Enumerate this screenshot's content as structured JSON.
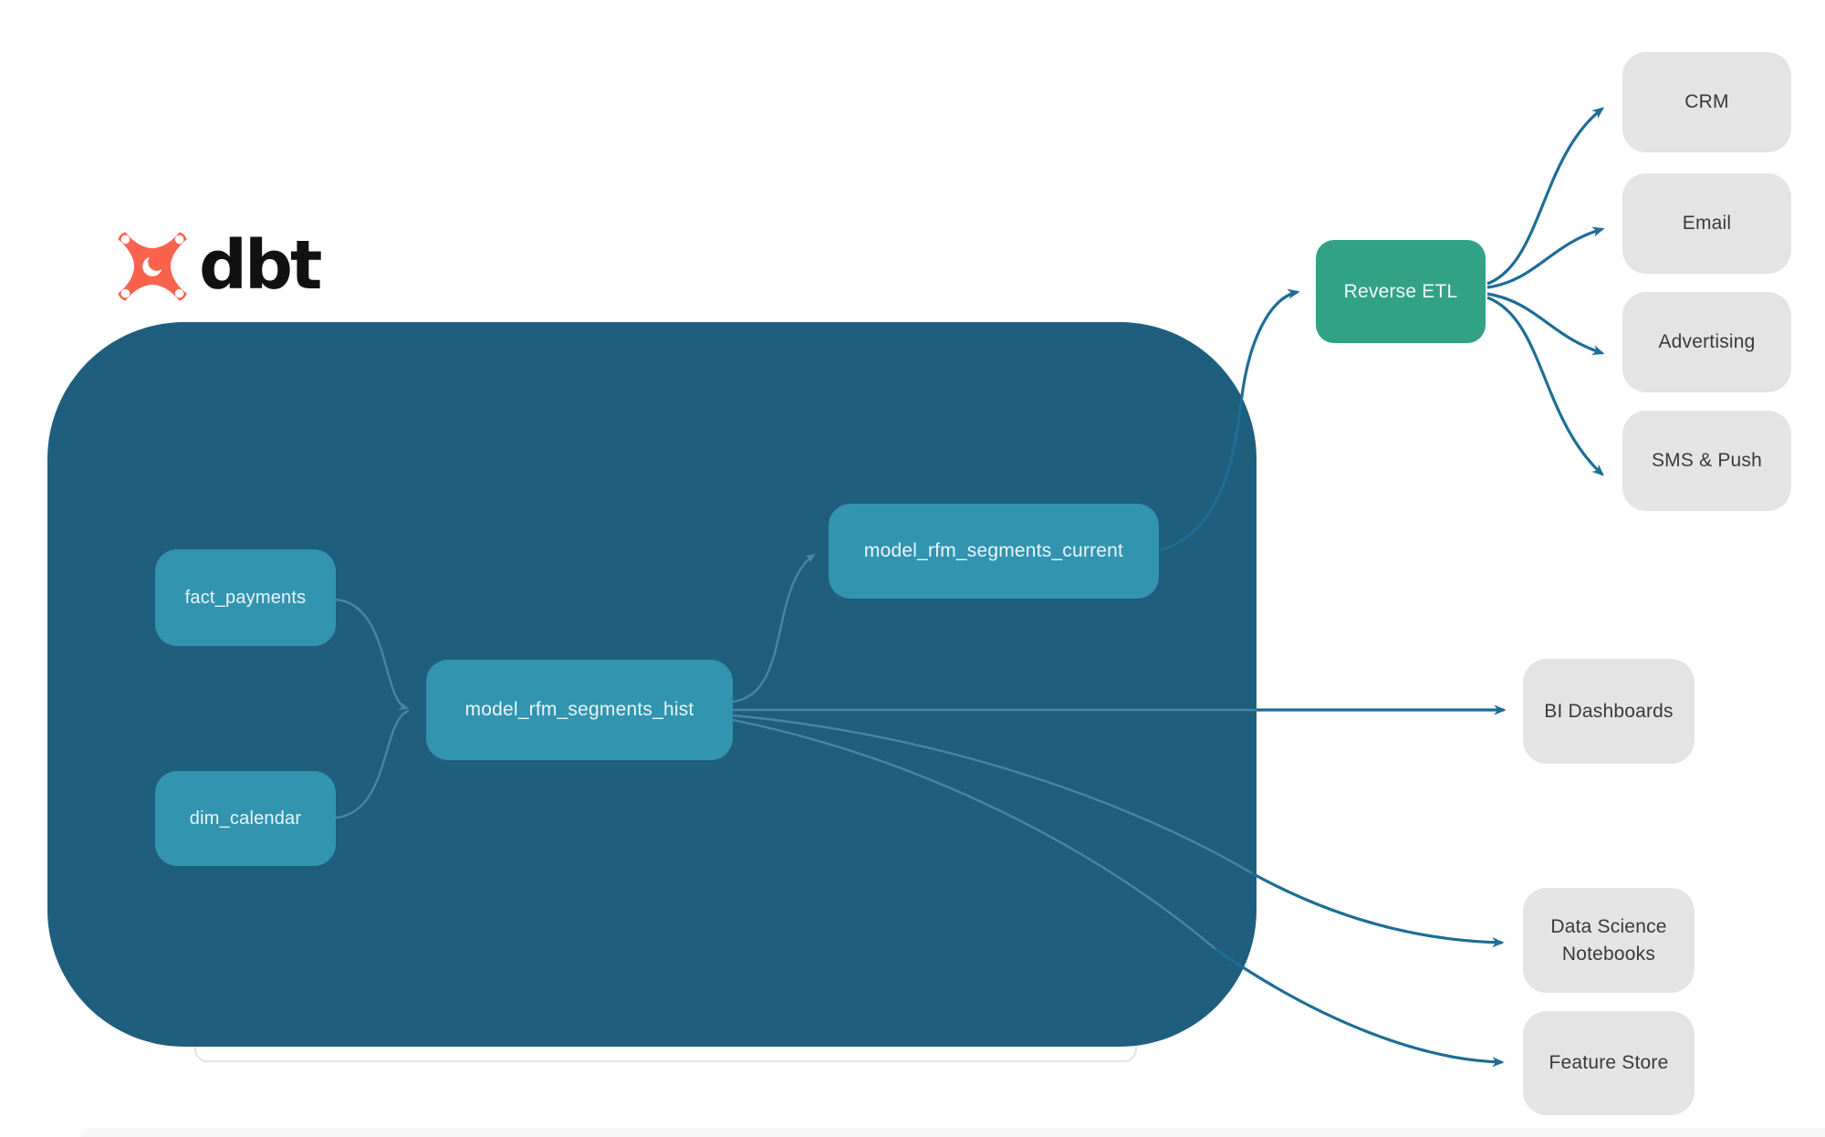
{
  "logo": {
    "brand": "dbt"
  },
  "warehouse": {
    "nodes": [
      {
        "id": "fact_payments",
        "label": "fact_payments"
      },
      {
        "id": "dim_calendar",
        "label": "dim_calendar"
      },
      {
        "id": "model_rfm_segments_hist",
        "label": "model_rfm_segments_hist"
      },
      {
        "id": "model_rfm_segments_current",
        "label": "model_rfm_segments_current"
      }
    ]
  },
  "reverse_etl": {
    "label": "Reverse ETL"
  },
  "activation_channels": [
    {
      "id": "crm",
      "label": "CRM"
    },
    {
      "id": "email",
      "label": "Email"
    },
    {
      "id": "advertising",
      "label": "Advertising"
    },
    {
      "id": "sms_push",
      "label": "SMS & Push"
    }
  ],
  "analytics_outputs": [
    {
      "id": "bi_dashboards",
      "label": "BI Dashboards"
    },
    {
      "id": "data_science_notebooks",
      "label": "Data Science Notebooks"
    },
    {
      "id": "feature_store",
      "label": "Feature Store"
    }
  ],
  "colors": {
    "container": "#205E7E",
    "node_teal": "#3294AF",
    "node_text": "#EAF6FA",
    "reverse_etl_green": "#31A286",
    "dest_box_gray": "#E4E4E4",
    "dest_text": "#3A3A3A",
    "arrow_dark": "#1E6D96",
    "arrow_light": "#4F93B1",
    "logo_orange": "#F9624D"
  }
}
